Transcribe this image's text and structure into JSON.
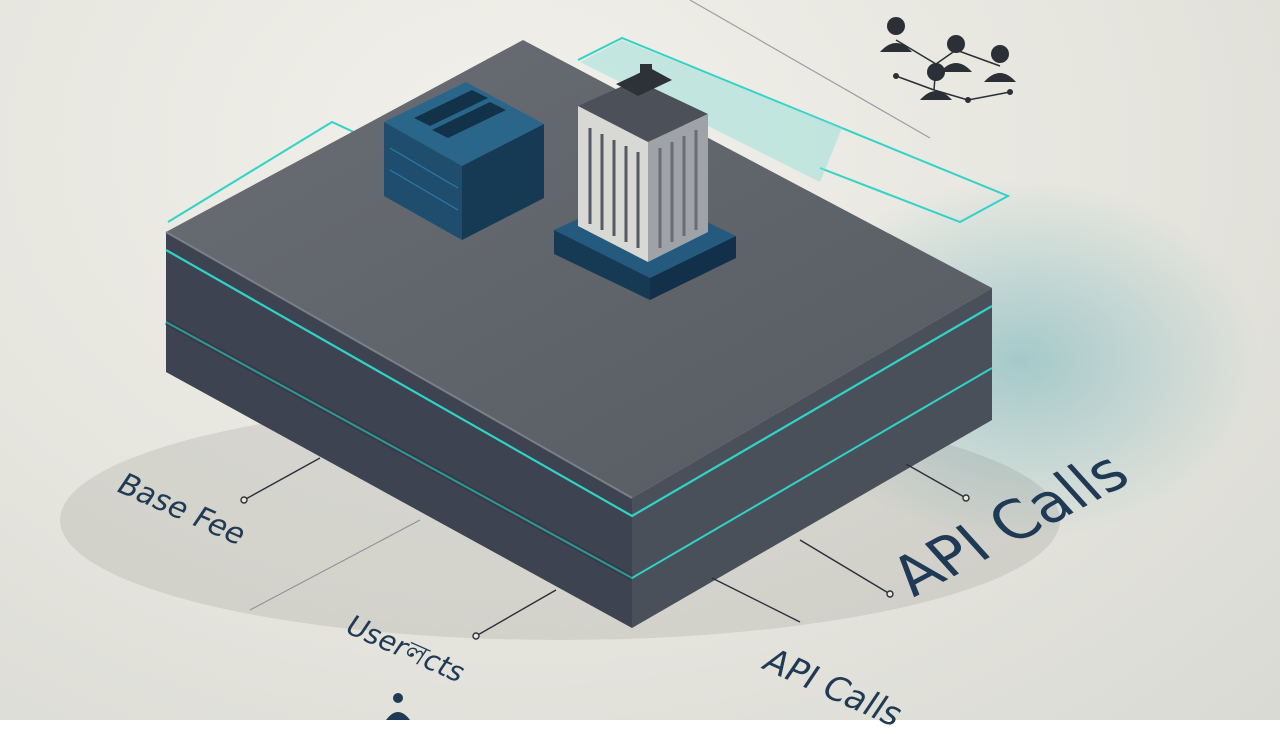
{
  "labels": {
    "base_fee": "Base Fee",
    "user_costs": "Userলcts",
    "api_calls_large": "API Calls",
    "api_calls_small": "API Calls"
  },
  "icons": [
    "server-block-icon",
    "office-building-icon",
    "people-network-icon",
    "person-icon"
  ],
  "colors": {
    "accent": "#2fd3c8",
    "platform_top": "#5f6368",
    "platform_side": "#3f4551",
    "server_blue": "#1f4d6e",
    "text": "#1f3a55",
    "background": "#e8e7e1"
  }
}
